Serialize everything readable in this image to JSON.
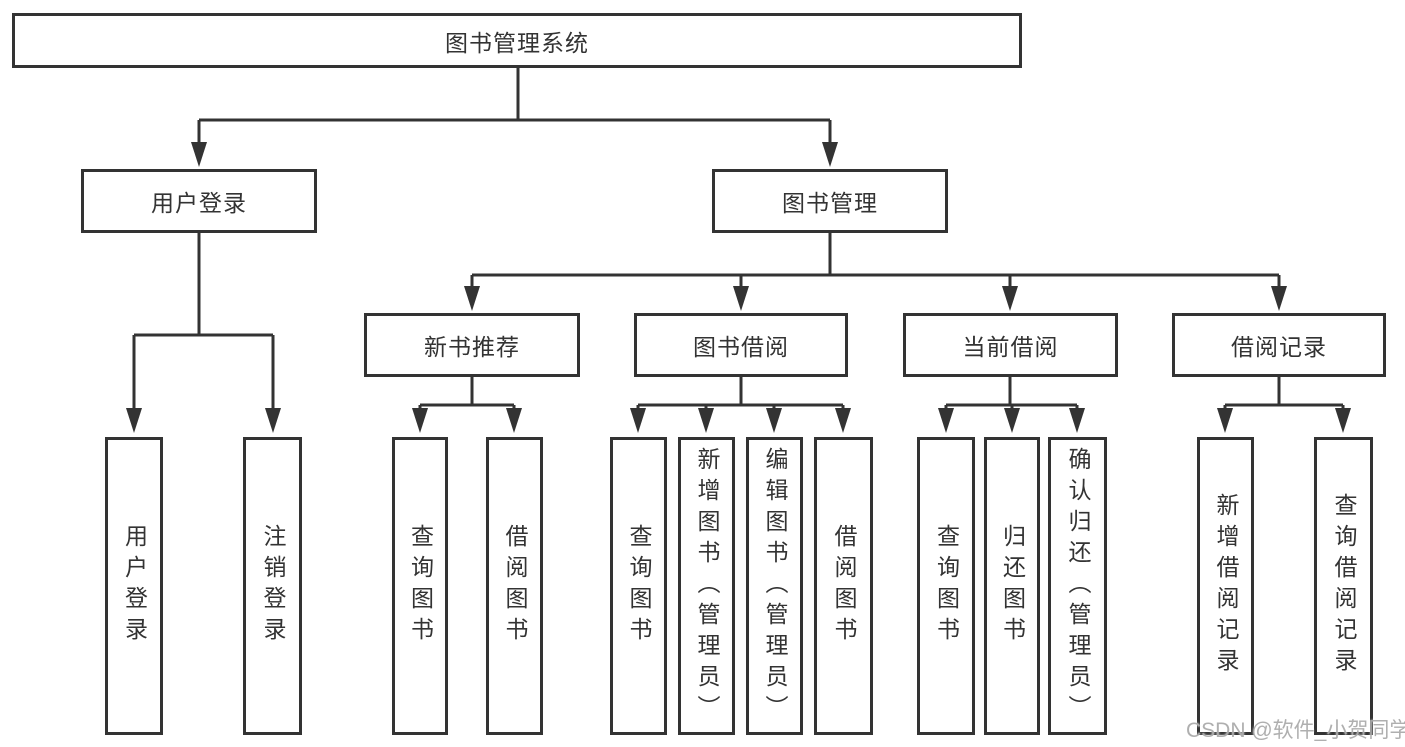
{
  "diagram": {
    "root": {
      "label": "图书管理系统"
    },
    "level1": {
      "user_login": {
        "label": "用户登录"
      },
      "book_mgmt": {
        "label": "图书管理"
      }
    },
    "level2": {
      "new_book_rec": {
        "label": "新书推荐"
      },
      "book_borrow": {
        "label": "图书借阅"
      },
      "current_borrow": {
        "label": "当前借阅"
      },
      "borrow_records": {
        "label": "借阅记录"
      }
    },
    "leaves": {
      "login": [
        "用户登录",
        "注销登录"
      ],
      "recommend": [
        "查询图书",
        "借阅图书"
      ],
      "borrow": [
        "查询图书",
        "新增图书（管理员）",
        "编辑图书（管理员）",
        "借阅图书"
      ],
      "current": [
        "查询图书",
        "归还图书",
        "确认归还（管理员）"
      ],
      "records": [
        "新增借阅记录",
        "查询借阅记录"
      ]
    }
  },
  "watermark": "CSDN @软件_小贺同学",
  "colors": {
    "line": "#333333",
    "text": "#333333",
    "box_background": "#ffffff",
    "watermark": "#a8a8a8"
  }
}
